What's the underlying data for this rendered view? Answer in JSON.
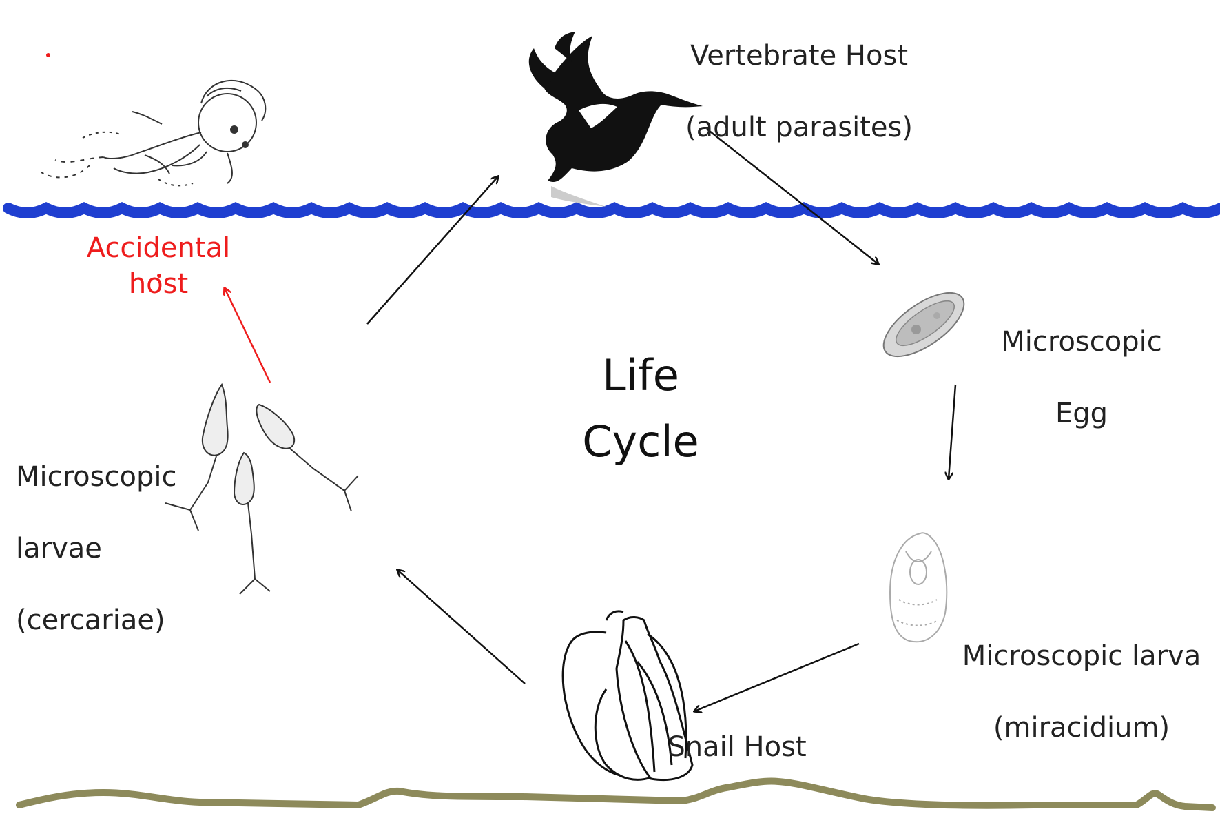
{
  "center_title": {
    "line1": "Life",
    "line2": "Cycle"
  },
  "labels": {
    "vertebrate_host": {
      "line1": "Vertebrate Host",
      "line2": "(adult parasites)"
    },
    "egg": {
      "line1": "Microscopic",
      "line2": "Egg"
    },
    "miracidium": {
      "line1": "Microscopic larva",
      "line2": "(miracidium)"
    },
    "snail_host": "Snail Host",
    "cercariae": {
      "line1": "Microscopic",
      "line2": "larvae",
      "line3": "(cercariae)"
    },
    "accidental_host": "Accidental host"
  },
  "colors": {
    "water": "#1f3fd0",
    "sediment": "#8d8a5b",
    "arrow": "#111111",
    "accidental": "#ee1c1c"
  },
  "icons": {
    "vertebrate_host": "duck-in-flight-icon",
    "egg": "parasite-egg-icon",
    "miracidium": "miracidium-larva-icon",
    "snail_host": "snail-shell-icon",
    "cercariae": "cercariae-larvae-icon",
    "accidental_host": "swimming-child-icon"
  }
}
